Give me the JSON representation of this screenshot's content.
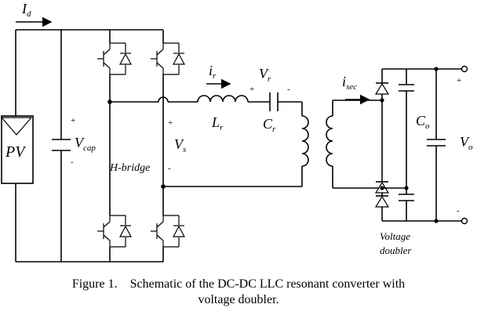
{
  "labels": {
    "current_id": "I",
    "current_id_sub": "d",
    "pv": "PV",
    "vcap": "V",
    "vcap_sub": "cap",
    "hbridge": "H-bridge",
    "vs": "V",
    "vs_sub": "s",
    "ir": "i",
    "ir_sub": "r",
    "lr": "L",
    "lr_sub": "r",
    "vr": "V",
    "vr_sub": "r",
    "cr": "C",
    "cr_sub": "r",
    "isec": "i",
    "isec_sub": "sec",
    "co": "C",
    "co_sub": "o",
    "vo": "V",
    "vo_sub": "o",
    "doubler_line1": "Voltage",
    "doubler_line2": "doubler",
    "plus": "+",
    "minus": "-"
  },
  "caption": {
    "line1": "Figure 1. Schematic of the DC-DC LLC resonant converter with",
    "line2": "voltage doubler."
  }
}
